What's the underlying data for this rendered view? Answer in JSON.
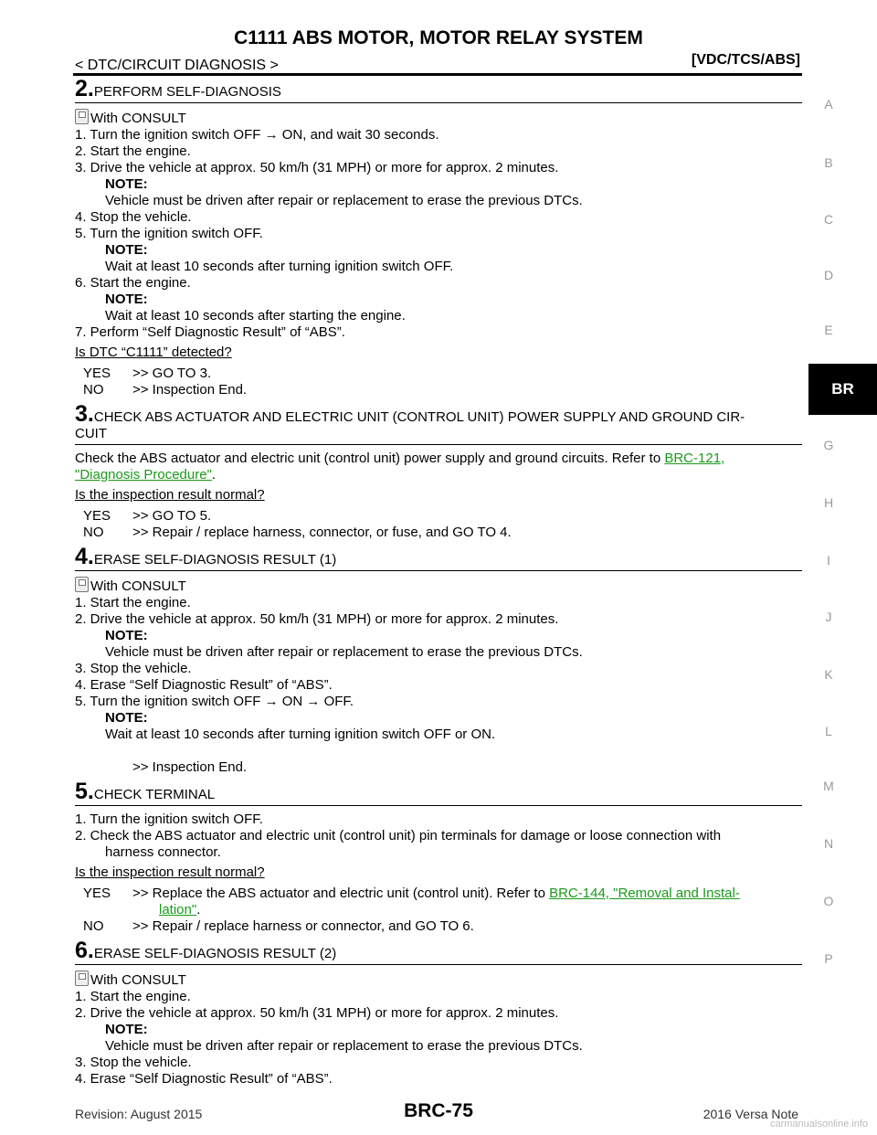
{
  "header": {
    "title": "C1111 ABS MOTOR, MOTOR RELAY SYSTEM",
    "subtitle": "< DTC/CIRCUIT DIAGNOSIS >",
    "system": "[VDC/TCS/ABS]"
  },
  "side_index": {
    "letters": [
      "A",
      "B",
      "C",
      "D",
      "E",
      "BR",
      "G",
      "H",
      "I",
      "J",
      "K",
      "L",
      "M",
      "N",
      "O",
      "P"
    ],
    "active": "BR"
  },
  "steps": {
    "s2": {
      "num": "2.",
      "title": "PERFORM SELF-DIAGNOSIS",
      "consult": "With CONSULT",
      "l1": "1.  Turn the ignition switch OFF → ON, and wait 30 seconds.",
      "l2": "2.  Start the engine.",
      "l3": "3.  Drive the vehicle at approx. 50 km/h (31 MPH) or more for approx. 2 minutes.",
      "n1_label": "NOTE:",
      "n1_text": "Vehicle must be driven after repair or replacement to erase the previous DTCs.",
      "l4": "4.  Stop the vehicle.",
      "l5": "5.  Turn the ignition switch OFF.",
      "n2_label": "NOTE:",
      "n2_text": "Wait at least 10 seconds after turning ignition switch OFF.",
      "l6": "6.  Start the engine.",
      "n3_label": "NOTE:",
      "n3_text": "Wait at least 10 seconds after starting the engine.",
      "l7": "7.  Perform “Self Diagnostic Result” of “ABS”.",
      "question": "Is DTC “C1111” detected?",
      "yes_label": "YES",
      "yes_text": ">> GO TO 3.",
      "no_label": "NO",
      "no_text": ">> Inspection End."
    },
    "s3": {
      "num": "3.",
      "title": "CHECK ABS ACTUATOR AND ELECTRIC UNIT (CONTROL UNIT) POWER SUPPLY AND GROUND CIR-",
      "title2": "CUIT",
      "para": "Check the ABS actuator and electric unit (control unit) power supply and ground circuits. Refer to ",
      "link1": "BRC-121,",
      "link2": "\"Diagnosis Procedure\"",
      "para_end": ".",
      "question": "Is the inspection result normal?",
      "yes_label": "YES",
      "yes_text": ">> GO TO 5.",
      "no_label": "NO",
      "no_text": ">> Repair / replace harness, connector, or fuse, and GO TO 4."
    },
    "s4": {
      "num": "4.",
      "title": "ERASE SELF-DIAGNOSIS RESULT (1)",
      "consult": "With CONSULT",
      "l1": "1.  Start the engine.",
      "l2": "2.  Drive the vehicle at approx. 50 km/h (31 MPH) or more for approx. 2 minutes.",
      "n1_label": "NOTE:",
      "n1_text": "Vehicle must be driven after repair or replacement to erase the previous DTCs.",
      "l3": "3.  Stop the vehicle.",
      "l4": "4.  Erase “Self Diagnostic Result” of “ABS”.",
      "l5": "5.  Turn the ignition switch OFF → ON → OFF.",
      "n2_label": "NOTE:",
      "n2_text": "Wait at least 10 seconds after turning ignition switch OFF or ON.",
      "end": ">> Inspection End."
    },
    "s5": {
      "num": "5.",
      "title": "CHECK TERMINAL",
      "l1": "1.  Turn the ignition switch OFF.",
      "l2": "2.  Check the ABS actuator and electric unit (control unit) pin terminals for damage or loose connection with",
      "l2b": "harness connector.",
      "question": "Is the inspection result normal?",
      "yes_label": "YES",
      "yes_text": ">> Replace the ABS actuator and electric unit (control unit). Refer to ",
      "yes_link1": "BRC-144, \"Removal and Instal-",
      "yes_link2": "lation\"",
      "yes_end": ".",
      "no_label": "NO",
      "no_text": ">> Repair / replace harness or connector, and GO TO 6."
    },
    "s6": {
      "num": "6.",
      "title": "ERASE SELF-DIAGNOSIS RESULT (2)",
      "consult": "With CONSULT",
      "l1": "1.  Start the engine.",
      "l2": "2.  Drive the vehicle at approx. 50 km/h (31 MPH) or more for approx. 2 minutes.",
      "n1_label": "NOTE:",
      "n1_text": "Vehicle must be driven after repair or replacement to erase the previous DTCs.",
      "l3": "3.  Stop the vehicle.",
      "l4": "4.  Erase “Self Diagnostic Result” of “ABS”."
    }
  },
  "footer": {
    "revision": "Revision: August 2015",
    "page": "BRC-75",
    "model": "2016 Versa Note",
    "watermark": "carmanualsonline.info"
  }
}
